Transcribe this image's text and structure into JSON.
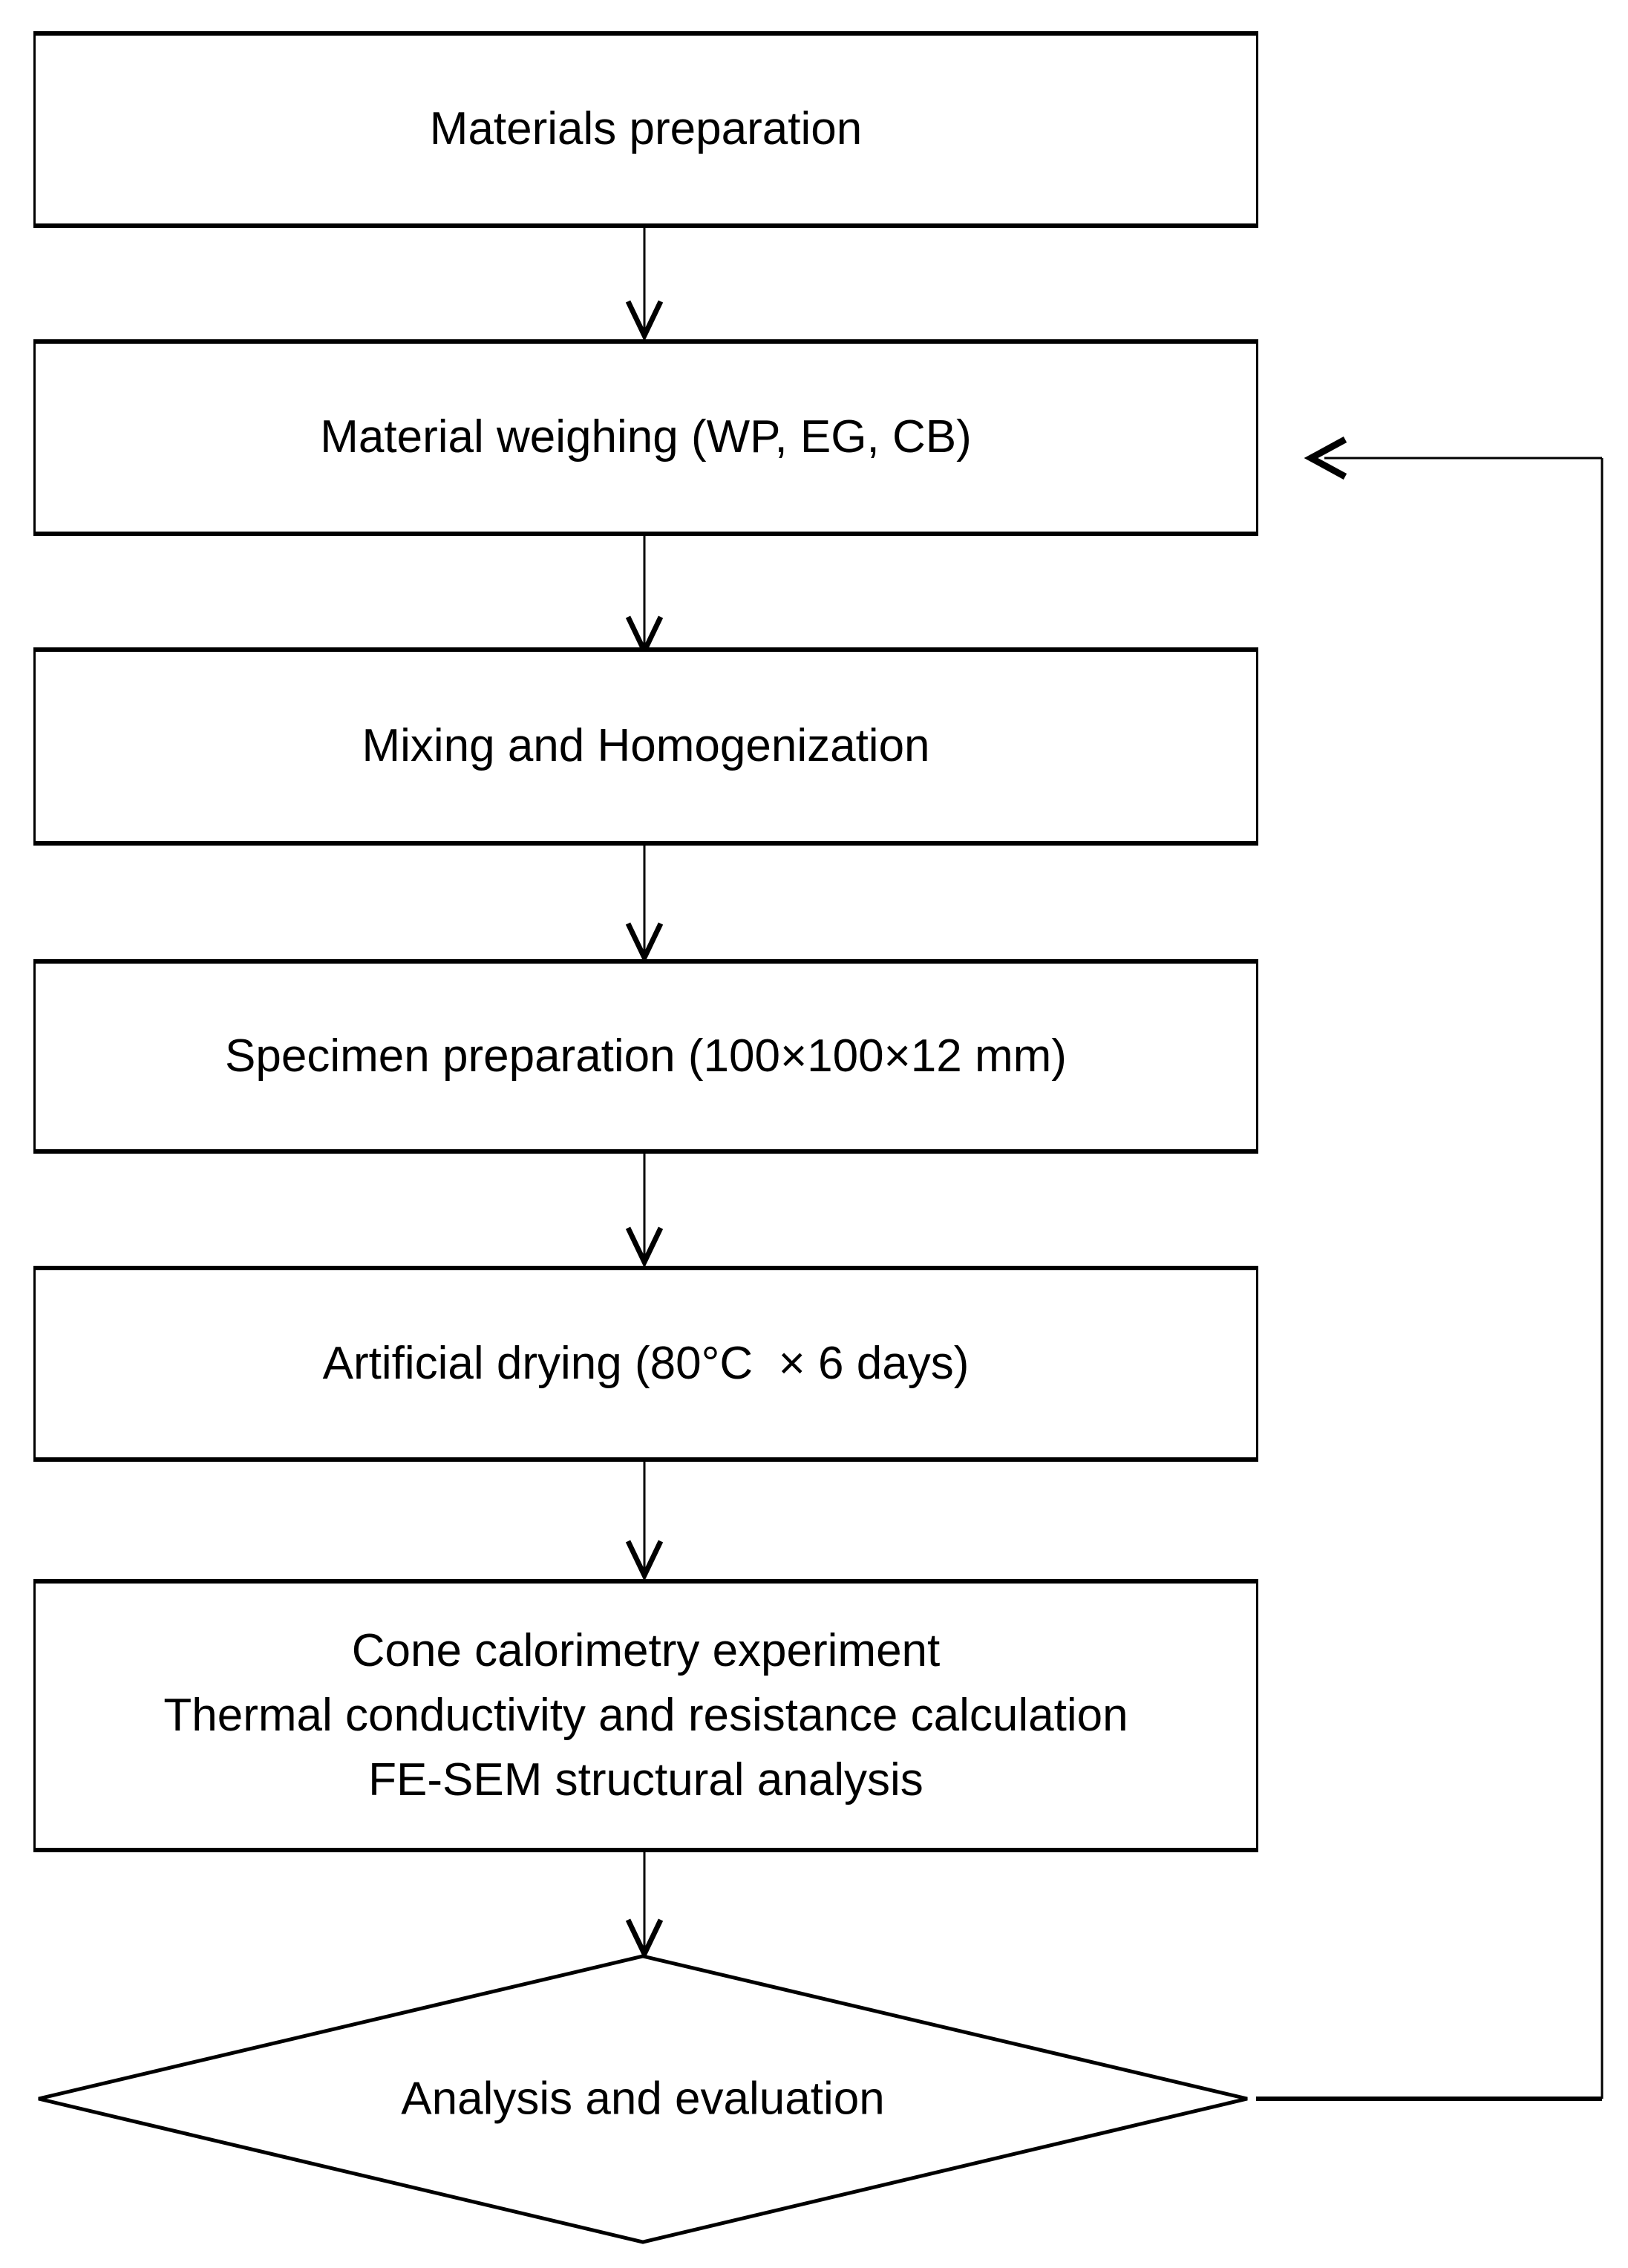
{
  "diagram": {
    "type": "flowchart",
    "background_color": "#ffffff",
    "stroke_color": "#000000"
  },
  "nodes": [
    {
      "id": "materials-preparation",
      "shape": "rectangle",
      "label": "Materials preparation"
    },
    {
      "id": "material-weighing",
      "shape": "rectangle",
      "label": "Material weighing (WP, EG, CB)"
    },
    {
      "id": "mixing-homogenization",
      "shape": "rectangle",
      "label": "Mixing and Homogenization"
    },
    {
      "id": "specimen-preparation",
      "shape": "rectangle",
      "label": "Specimen preparation (100×100×12 mm)"
    },
    {
      "id": "artificial-drying",
      "shape": "rectangle",
      "label": "Artificial drying (80°C  × 6 days)"
    },
    {
      "id": "testing-analysis",
      "shape": "rectangle",
      "lines": [
        "Cone calorimetry experiment",
        "Thermal conductivity and resistance calculation",
        "FE-SEM structural analysis"
      ]
    },
    {
      "id": "analysis-evaluation",
      "shape": "diamond",
      "label": "Analysis and evaluation"
    }
  ],
  "edges": [
    {
      "from": "materials-preparation",
      "to": "material-weighing",
      "style": "arrow-down"
    },
    {
      "from": "material-weighing",
      "to": "mixing-homogenization",
      "style": "arrow-down"
    },
    {
      "from": "mixing-homogenization",
      "to": "specimen-preparation",
      "style": "arrow-down"
    },
    {
      "from": "specimen-preparation",
      "to": "artificial-drying",
      "style": "arrow-down"
    },
    {
      "from": "artificial-drying",
      "to": "testing-analysis",
      "style": "arrow-down"
    },
    {
      "from": "testing-analysis",
      "to": "analysis-evaluation",
      "style": "arrow-down"
    },
    {
      "from": "analysis-evaluation",
      "to": "material-weighing",
      "style": "feedback-loop-right"
    }
  ]
}
